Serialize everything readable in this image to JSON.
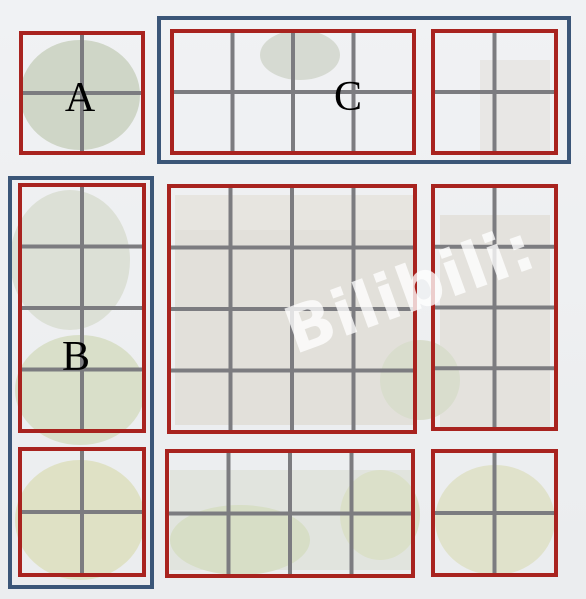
{
  "labels": {
    "a": "A",
    "b": "B",
    "c": "C"
  },
  "watermark": {
    "text": "Bilibili:"
  },
  "colors": {
    "pane_frame": "#a8231f",
    "mullion": "#7c7c80",
    "group_frame": "#3b5678",
    "background": "#eef0f2"
  }
}
